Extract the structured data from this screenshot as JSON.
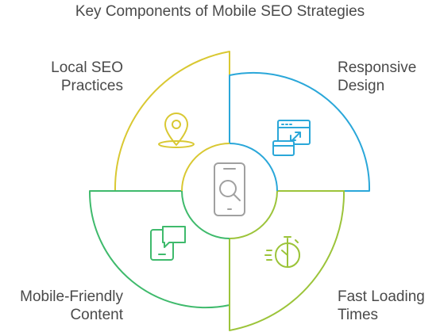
{
  "title": "Key Components of Mobile SEO Strategies",
  "segments": {
    "local_seo": {
      "label_line1": "Local SEO",
      "label_line2": "Practices",
      "color": "#d9c832",
      "icon": "map-pin-icon"
    },
    "responsive_design": {
      "label_line1": "Responsive",
      "label_line2": "Design",
      "color": "#2aa7d9",
      "icon": "responsive-windows-icon"
    },
    "mobile_friendly_content": {
      "label_line1": "Mobile-Friendly",
      "label_line2": "Content",
      "color": "#3fba6c",
      "icon": "content-tablet-icon"
    },
    "fast_loading_times": {
      "label_line1": "Fast Loading",
      "label_line2": "Times",
      "color": "#9cc43a",
      "icon": "stopwatch-icon"
    }
  },
  "center": {
    "icon": "phone-search-icon",
    "color": "#a0a0a0"
  }
}
